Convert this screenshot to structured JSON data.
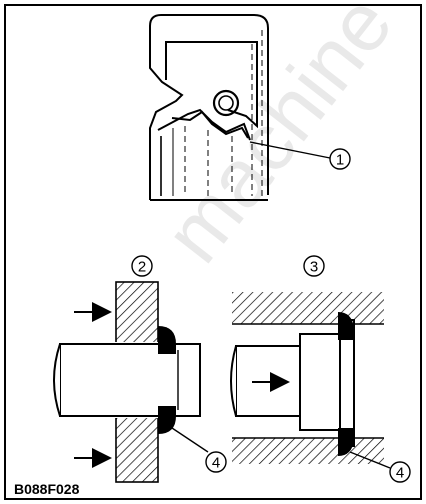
{
  "figure_code": "B088F028",
  "watermark": "machine",
  "callouts": {
    "c1": "1",
    "c2": "2",
    "c3": "3",
    "c4a": "4",
    "c4b": "4"
  },
  "colors": {
    "ink": "#000000",
    "paper": "#ffffff",
    "watermark": "#e9e9e9"
  }
}
